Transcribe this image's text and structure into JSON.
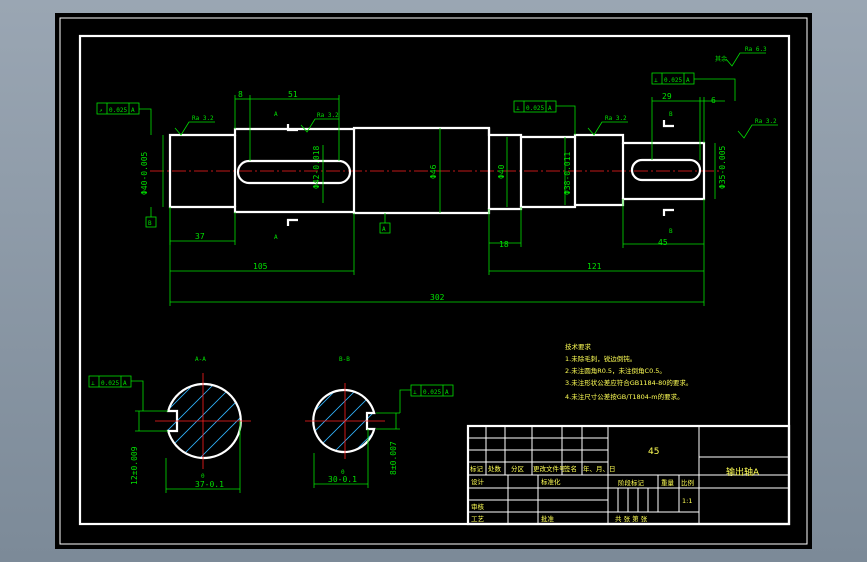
{
  "dims": {
    "d8": "8",
    "d51": "51",
    "d37": "37",
    "d105": "105",
    "d302": "302",
    "d18": "18",
    "d121": "121",
    "d45": "45",
    "d29": "29",
    "d6": "6",
    "phi40a": "Φ40-0.005",
    "phi42": "Φ42-0.018",
    "phi46": "Φ46",
    "phi40b": "Φ40",
    "phi38": "Φ38-0.011",
    "phi35": "Φ35-0.005",
    "s37": "37-0.1",
    "s30": "30-0.1",
    "s12": "12±0.009",
    "s8": "8±0.007",
    "tol0": "0"
  },
  "roughness": {
    "ra32": "Ra 3.2",
    "ra63": "Ra 6.3",
    "rest": "其余"
  },
  "datum": {
    "a": "A",
    "b": "B"
  },
  "tol": {
    "f1_sym": "↗",
    "f1_val": "0.025",
    "f1_ref": "A",
    "f2_sym": "⊥",
    "f2_val": "0.025",
    "f2_ref": "A",
    "f3_sym": "⊥",
    "f3_val": "0.025",
    "f3_ref": "A",
    "f4_sym": "⊥",
    "f4_val": "0.025",
    "f4_ref": "A",
    "f5_sym": "⊥",
    "f5_val": "0.025",
    "f5_ref": "A"
  },
  "sections": {
    "aa": "A-A",
    "bb": "B-B",
    "a": "A",
    "b": "B"
  },
  "notes": {
    "title": "技术要求",
    "n1": "1.未除毛刺，锐边倒钝。",
    "n2": "2.未注圆角R0.5，未注倒角C0.5。",
    "n3": "3.未注形状公差应符合GB1184-80的要求。",
    "n4": "4.未注尺寸公差按GB/T1804-m的要求。"
  },
  "titleblock": {
    "material": "45",
    "name": "输出轴A",
    "h_mark": "标记",
    "h_count": "处数",
    "h_zone": "分区",
    "h_doc": "更改文件号",
    "h_sign": "签名",
    "h_date": "年、月、日",
    "design": "设计",
    "std": "标准化",
    "review": "审核",
    "process": "工艺",
    "approve": "批准",
    "stage": "阶段标记",
    "weight": "重量",
    "scale": "比例",
    "scale_val": "1:1",
    "sheets": "共  张  第  张"
  }
}
